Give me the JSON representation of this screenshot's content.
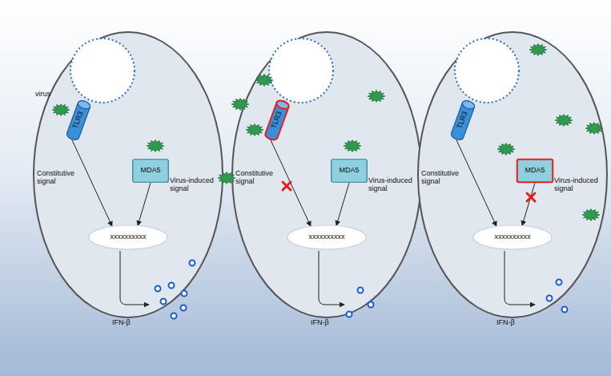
{
  "diagram": {
    "nodes": [
      {
        "text": [
          "TLR3"
        ]
      },
      {
        "text": [
          "MDA5"
        ]
      },
      {
        "text": [
          "xxxxxxxxxx"
        ]
      },
      {
        "text": [
          "TLR3"
        ]
      },
      {
        "text": [
          "MDA5"
        ]
      },
      {
        "text": [
          "xxxxxxxxxx"
        ]
      },
      {
        "text": [
          "TLR3"
        ]
      },
      {
        "text": [
          "MDA5"
        ]
      },
      {
        "text": [
          "xxxxxxxxxx"
        ]
      }
    ],
    "edges": [
      {
        "from": 0,
        "to": 2,
        "arrow": "to",
        "label": "Constitutive signal"
      },
      {
        "from": 1,
        "to": 2,
        "arrow": "to",
        "label": "Virus-induced signal"
      },
      {
        "from": 3,
        "to": 5,
        "arrow": "to",
        "label": "Constitutive signal"
      },
      {
        "from": 4,
        "to": 5,
        "arrow": "to",
        "label": "Virus-induced signal"
      },
      {
        "from": 6,
        "to": 8,
        "arrow": "to",
        "label": "Constitutive signal"
      },
      {
        "from": 7,
        "to": 8,
        "arrow": "to",
        "label": "Virus-induced signal"
      }
    ],
    "labels": [
      "virus",
      "IFN-β",
      "IFN-β",
      "IFN-β"
    ]
  }
}
